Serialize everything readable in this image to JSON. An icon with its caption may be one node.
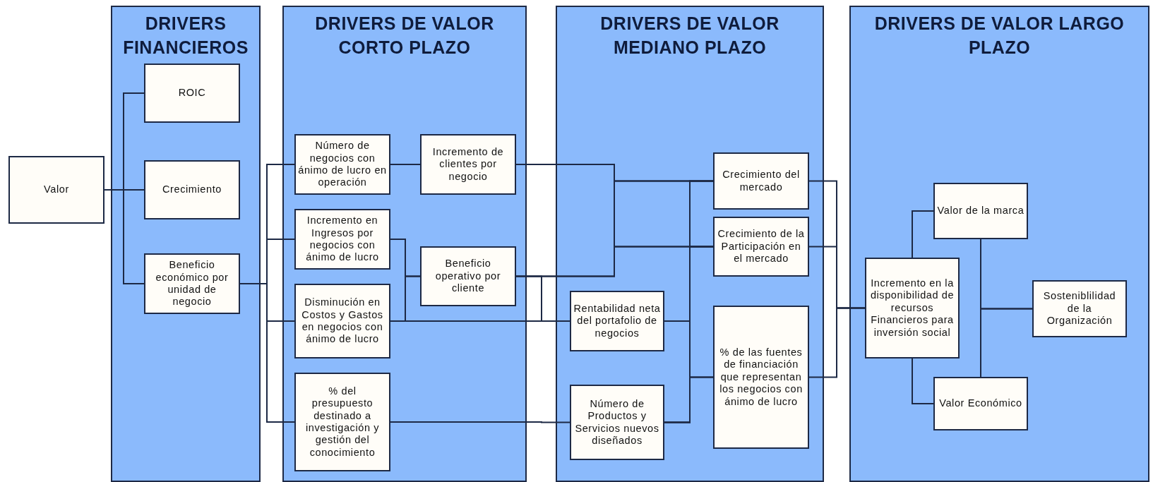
{
  "diagram": {
    "nodes": [
      {
        "text": [
          "Valor"
        ]
      },
      {
        "text": [
          "DRIVERS FINANCIEROS"
        ]
      },
      {
        "text": [
          "ROIC"
        ],
        "in": 1
      },
      {
        "text": [
          "Crecimiento"
        ],
        "in": 1
      },
      {
        "text": [
          "Beneficio económico por unidad de negocio"
        ],
        "in": 1
      },
      {
        "text": [
          "DRIVERS DE VALOR CORTO PLAZO"
        ]
      },
      {
        "text": [
          "Número de negocios con ánimo de lucro en operación"
        ],
        "in": 5
      },
      {
        "text": [
          "Incremento de clientes por negocio"
        ],
        "in": 5
      },
      {
        "text": [
          "Incremento en Ingresos por negocios con ánimo de lucro"
        ],
        "in": 5
      },
      {
        "text": [
          "Beneficio operativo por cliente"
        ],
        "in": 5
      },
      {
        "text": [
          "Disminución en Costos y Gastos en negocios con ánimo de lucro"
        ],
        "in": 5
      },
      {
        "text": [
          "% del presupuesto destinado a investigación y gestión del conocimiento"
        ],
        "in": 5
      },
      {
        "text": [
          "DRIVERS DE VALOR MEDIANO PLAZO"
        ]
      },
      {
        "text": [
          "Crecimiento del mercado"
        ],
        "in": 12
      },
      {
        "text": [
          "Crecimiento de la Participación en el mercado"
        ],
        "in": 12
      },
      {
        "text": [
          "Rentabilidad neta del portafolio de negocios"
        ],
        "in": 12
      },
      {
        "text": [
          "% de las fuentes de financiación que representan los negocios con ánimo de lucro"
        ],
        "in": 12
      },
      {
        "text": [
          "Número de Productos y Servicios nuevos diseñados"
        ],
        "in": 12
      },
      {
        "text": [
          "DRIVERS DE VALOR LARGO PLAZO"
        ]
      },
      {
        "text": [
          "Valor de la marca"
        ],
        "in": 18
      },
      {
        "text": [
          "Incremento en la disponibilidad de recursos Financieros para inversión social"
        ],
        "in": 18
      },
      {
        "text": [
          "Sosteniblilidad de la Organización"
        ],
        "in": 18
      },
      {
        "text": [
          "Valor Económico"
        ],
        "in": 18
      }
    ],
    "edges": [
      {
        "from": 0,
        "to": 2,
        "arrow": "none"
      },
      {
        "from": 0,
        "to": 3,
        "arrow": "none"
      },
      {
        "from": 0,
        "to": 4,
        "arrow": "none"
      },
      {
        "from": 4,
        "to": 6,
        "arrow": "none"
      },
      {
        "from": 4,
        "to": 8,
        "arrow": "none"
      },
      {
        "from": 4,
        "to": 10,
        "arrow": "none"
      },
      {
        "from": 4,
        "to": 11,
        "arrow": "none"
      },
      {
        "from": 6,
        "to": 7,
        "arrow": "none"
      },
      {
        "from": 8,
        "to": 9,
        "arrow": "none"
      },
      {
        "from": 10,
        "to": 9,
        "arrow": "none"
      },
      {
        "from": 10,
        "to": 15,
        "arrow": "none"
      },
      {
        "from": 9,
        "to": 15,
        "arrow": "none"
      },
      {
        "from": 11,
        "to": 17,
        "arrow": "none"
      },
      {
        "from": 7,
        "to": 13,
        "arrow": "none"
      },
      {
        "from": 7,
        "to": 14,
        "arrow": "none"
      },
      {
        "from": 9,
        "to": 13,
        "arrow": "none"
      },
      {
        "from": 9,
        "to": 14,
        "arrow": "none"
      },
      {
        "from": 15,
        "to": 13,
        "arrow": "none"
      },
      {
        "from": 15,
        "to": 14,
        "arrow": "none"
      },
      {
        "from": 15,
        "to": 16,
        "arrow": "none"
      },
      {
        "from": 17,
        "to": 13,
        "arrow": "none"
      },
      {
        "from": 17,
        "to": 14,
        "arrow": "none"
      },
      {
        "from": 17,
        "to": 16,
        "arrow": "none"
      },
      {
        "from": 13,
        "to": 20,
        "arrow": "none"
      },
      {
        "from": 14,
        "to": 20,
        "arrow": "none"
      },
      {
        "from": 16,
        "to": 20,
        "arrow": "none"
      },
      {
        "from": 20,
        "to": 19,
        "arrow": "none"
      },
      {
        "from": 20,
        "to": 22,
        "arrow": "none"
      },
      {
        "from": 19,
        "to": 21,
        "arrow": "none"
      },
      {
        "from": 22,
        "to": 21,
        "arrow": "none"
      }
    ]
  }
}
